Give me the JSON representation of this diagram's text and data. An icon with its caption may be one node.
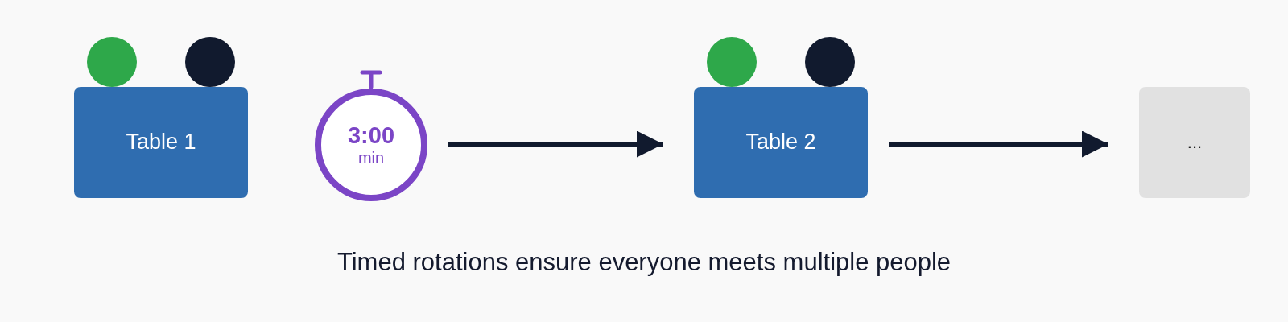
{
  "diagram": {
    "caption": "Timed rotations ensure everyone meets multiple people",
    "nodes": [
      {
        "text": [
          "Table 1"
        ]
      },
      {
        "text": [
          "3:00",
          "min"
        ]
      },
      {
        "text": [
          "Table 2"
        ]
      },
      {
        "text": [
          "..."
        ]
      }
    ],
    "edges": [
      {
        "from": 1,
        "to": 2,
        "arrow": "to"
      },
      {
        "from": 2,
        "to": 3,
        "arrow": "to"
      }
    ]
  }
}
